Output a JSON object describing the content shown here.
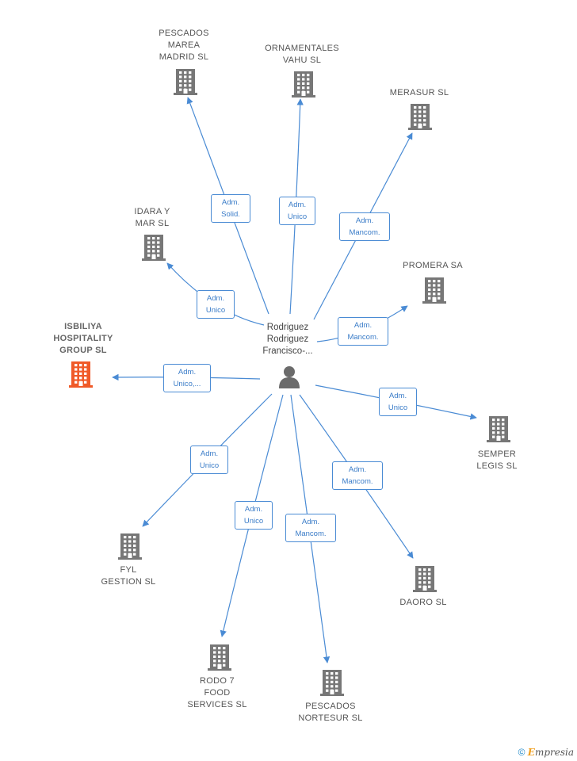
{
  "person": {
    "name": "Rodriguez\nRodriguez\nFrancisco-..."
  },
  "companies": [
    {
      "id": "pescados-marea",
      "name": "PESCADOS\nMAREA\nMADRID  SL",
      "focus": false
    },
    {
      "id": "ornamentales-vahu",
      "name": "ORNAMENTALES\nVAHU SL",
      "focus": false
    },
    {
      "id": "merasur",
      "name": "MERASUR  SL",
      "focus": false
    },
    {
      "id": "idara-y-mar",
      "name": "IDARA Y\nMAR  SL",
      "focus": false
    },
    {
      "id": "promera",
      "name": "PROMERA SA",
      "focus": false
    },
    {
      "id": "isbiliya",
      "name": "ISBILIYA\nHOSPITALITY\nGROUP  SL",
      "focus": true
    },
    {
      "id": "semper-legis",
      "name": "SEMPER\nLEGIS  SL",
      "focus": false
    },
    {
      "id": "fyl-gestion",
      "name": "FYL\nGESTION SL",
      "focus": false
    },
    {
      "id": "daoro",
      "name": "DAORO  SL",
      "focus": false
    },
    {
      "id": "rodo-7",
      "name": "RODO 7\nFOOD\nSERVICES SL",
      "focus": false
    },
    {
      "id": "pescados-nortesur",
      "name": "PESCADOS\nNORTESUR  SL",
      "focus": false
    }
  ],
  "relations": [
    {
      "target": "pescados-marea",
      "label": "Adm.\nSolid."
    },
    {
      "target": "ornamentales-vahu",
      "label": "Adm.\nUnico"
    },
    {
      "target": "merasur",
      "label": "Adm.\nMancom."
    },
    {
      "target": "idara-y-mar",
      "label": "Adm.\nUnico"
    },
    {
      "target": "promera",
      "label": "Adm.\nMancom."
    },
    {
      "target": "isbiliya",
      "label": "Adm.\nUnico,..."
    },
    {
      "target": "semper-legis",
      "label": "Adm.\nUnico"
    },
    {
      "target": "fyl-gestion",
      "label": "Adm.\nUnico"
    },
    {
      "target": "daoro",
      "label": "Adm.\nMancom."
    },
    {
      "target": "rodo-7",
      "label": "Adm.\nUnico"
    },
    {
      "target": "pescados-nortesur",
      "label": "Adm.\nMancom."
    }
  ],
  "colors": {
    "edge": "#4a8bd4",
    "building": "#777777",
    "focus_building": "#f05a28",
    "person": "#6b6b6b"
  },
  "footer": {
    "copyright": "©",
    "brand_initial": "E",
    "brand_rest": "mpresia"
  }
}
